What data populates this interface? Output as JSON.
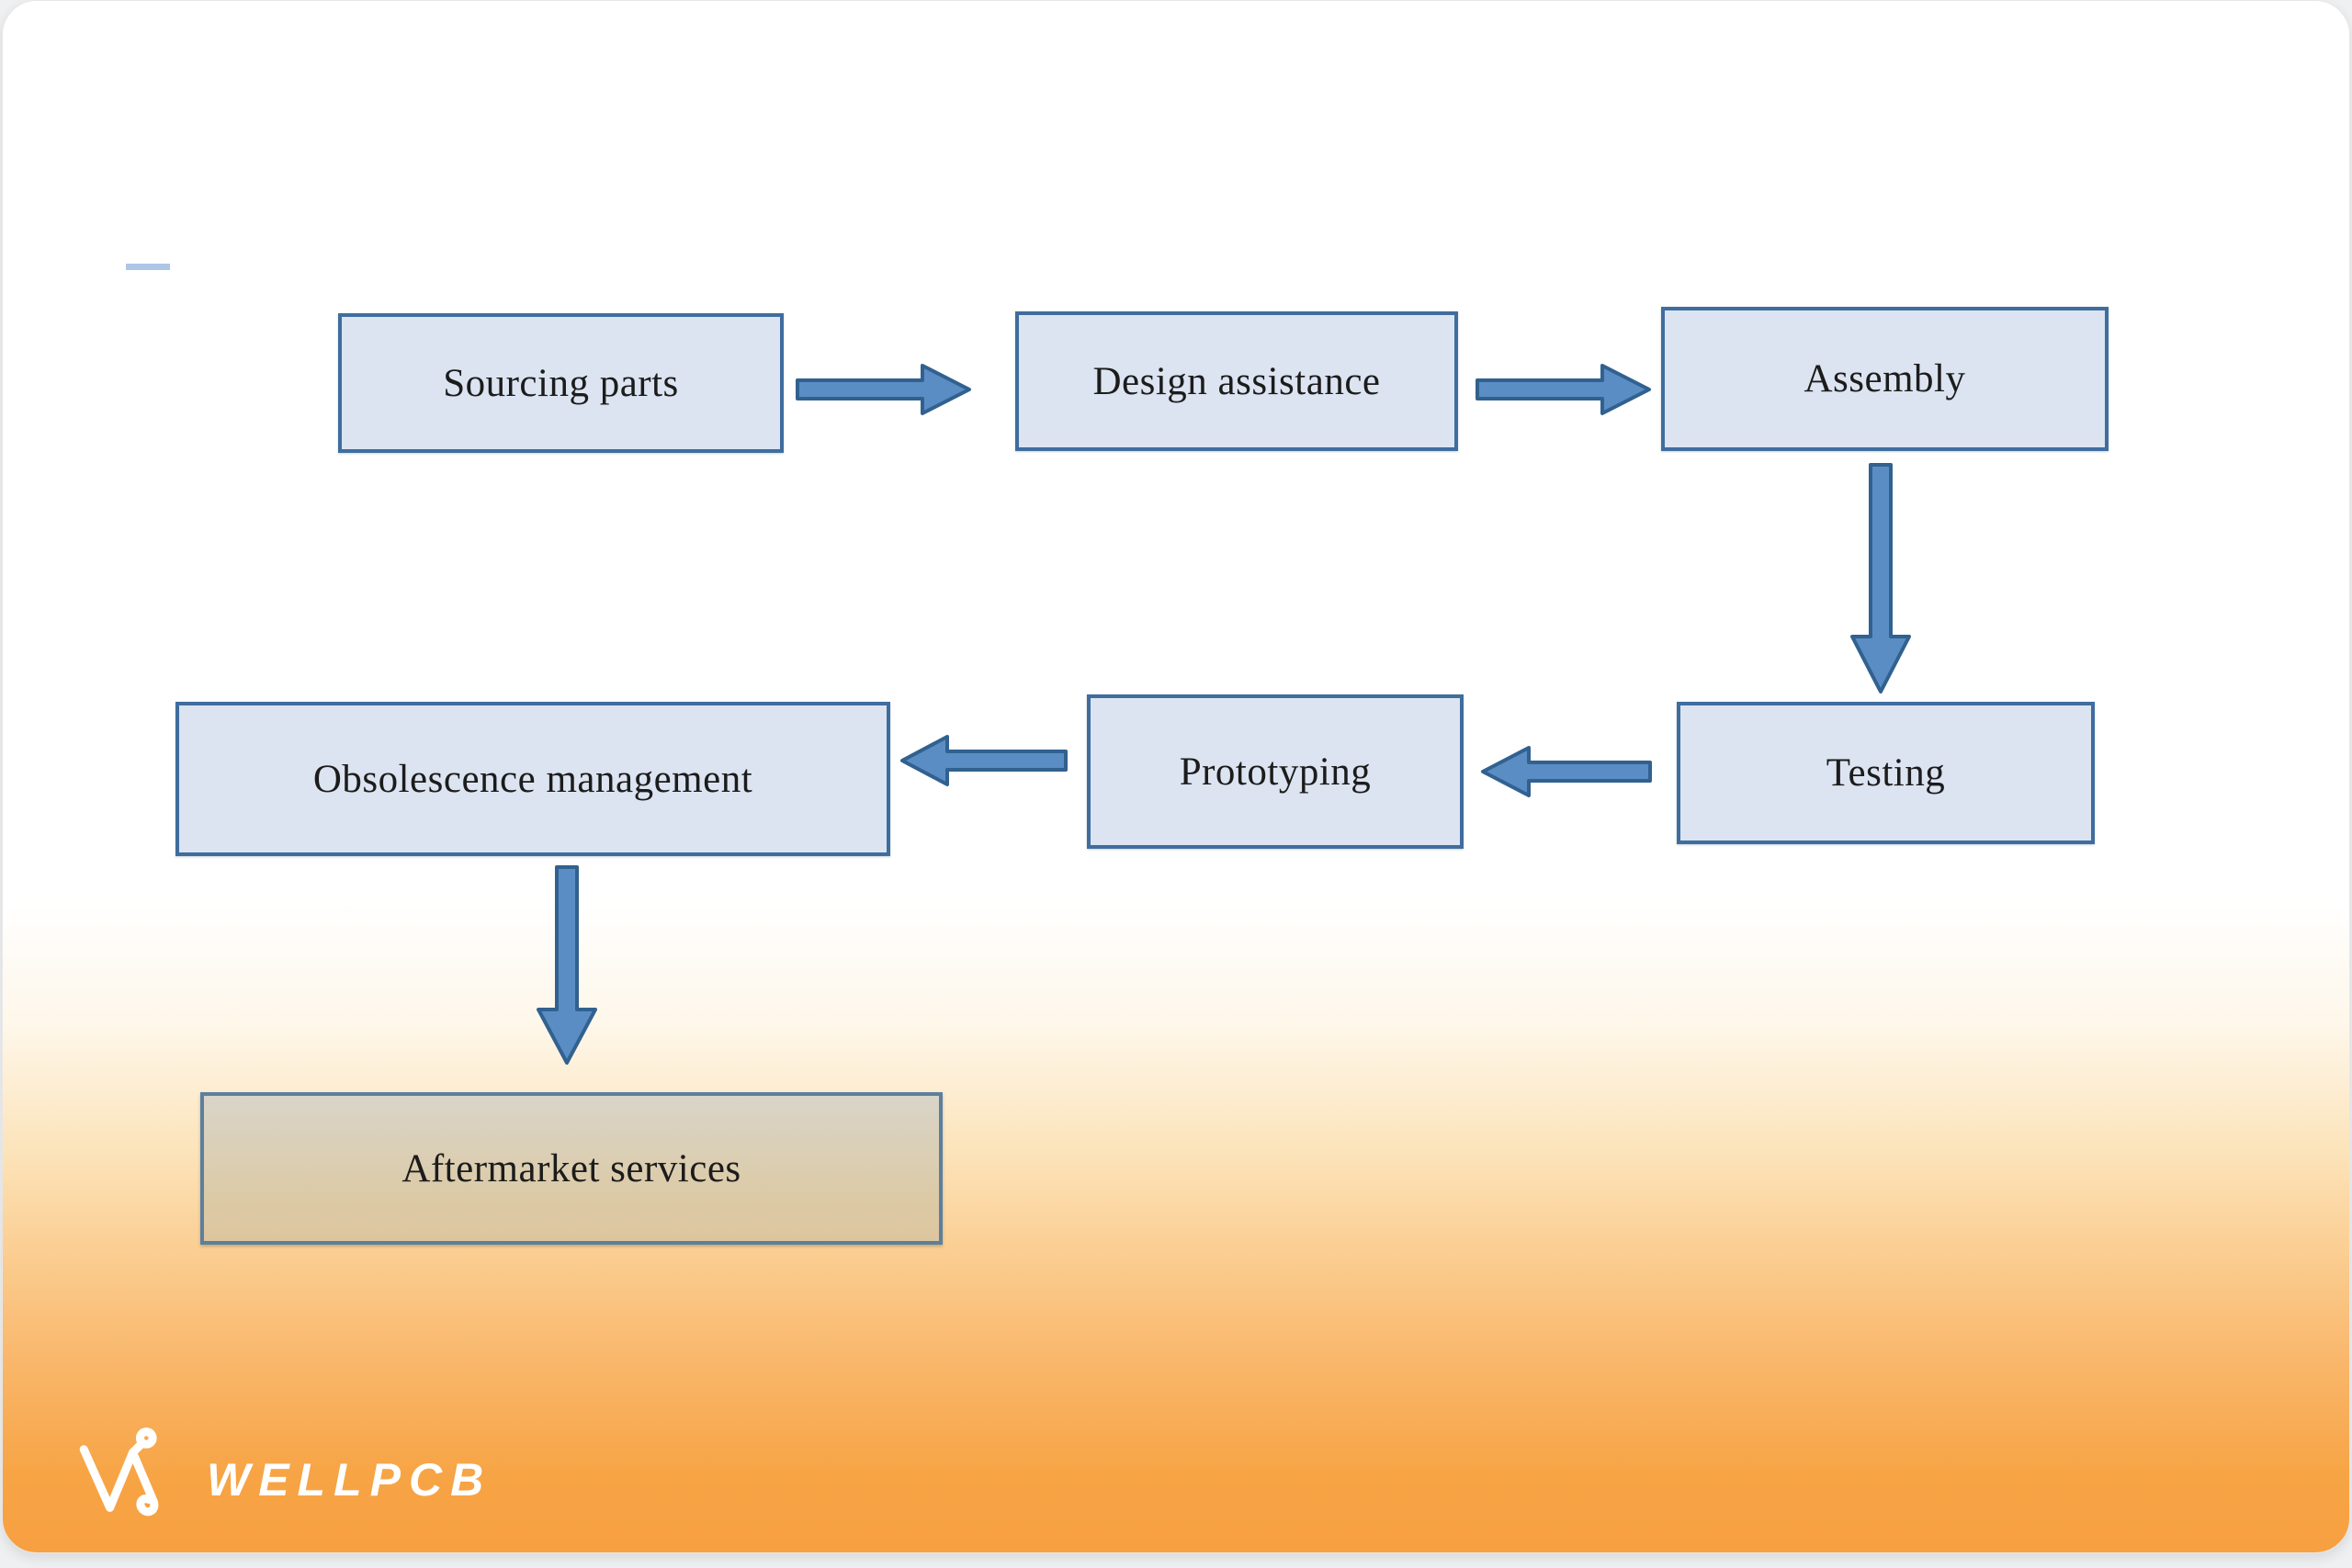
{
  "flowchart": {
    "nodes": [
      {
        "id": "sourcing-parts",
        "label": "Sourcing parts"
      },
      {
        "id": "design-assistance",
        "label": "Design assistance"
      },
      {
        "id": "assembly",
        "label": "Assembly"
      },
      {
        "id": "testing",
        "label": "Testing"
      },
      {
        "id": "prototyping",
        "label": "Prototyping"
      },
      {
        "id": "obsolescence-management",
        "label": "Obsolescence management"
      },
      {
        "id": "aftermarket-services",
        "label": "Aftermarket services"
      }
    ],
    "edges": [
      {
        "from": "sourcing-parts",
        "to": "design-assistance",
        "direction": "right"
      },
      {
        "from": "design-assistance",
        "to": "assembly",
        "direction": "right"
      },
      {
        "from": "assembly",
        "to": "testing",
        "direction": "down"
      },
      {
        "from": "testing",
        "to": "prototyping",
        "direction": "left"
      },
      {
        "from": "prototyping",
        "to": "obsolescence-management",
        "direction": "left"
      },
      {
        "from": "obsolescence-management",
        "to": "aftermarket-services",
        "direction": "down"
      }
    ],
    "colors": {
      "node_fill": "#dce4f1",
      "node_border": "#3f6d9e",
      "aftermarket_fill_top": "#d9d5c9",
      "aftermarket_fill_bottom": "#ddc69e",
      "aftermarket_border": "#5d7f9e",
      "arrow_fill": "#5b8dc5",
      "arrow_stroke": "#31618f",
      "text": "#1c1c1c",
      "background_top": "#ffffff",
      "background_bottom": "#f7a041"
    }
  },
  "logo": {
    "brand": "WELLPCB",
    "icon": "wellpcb-w-mark",
    "color": "#ffffff"
  }
}
